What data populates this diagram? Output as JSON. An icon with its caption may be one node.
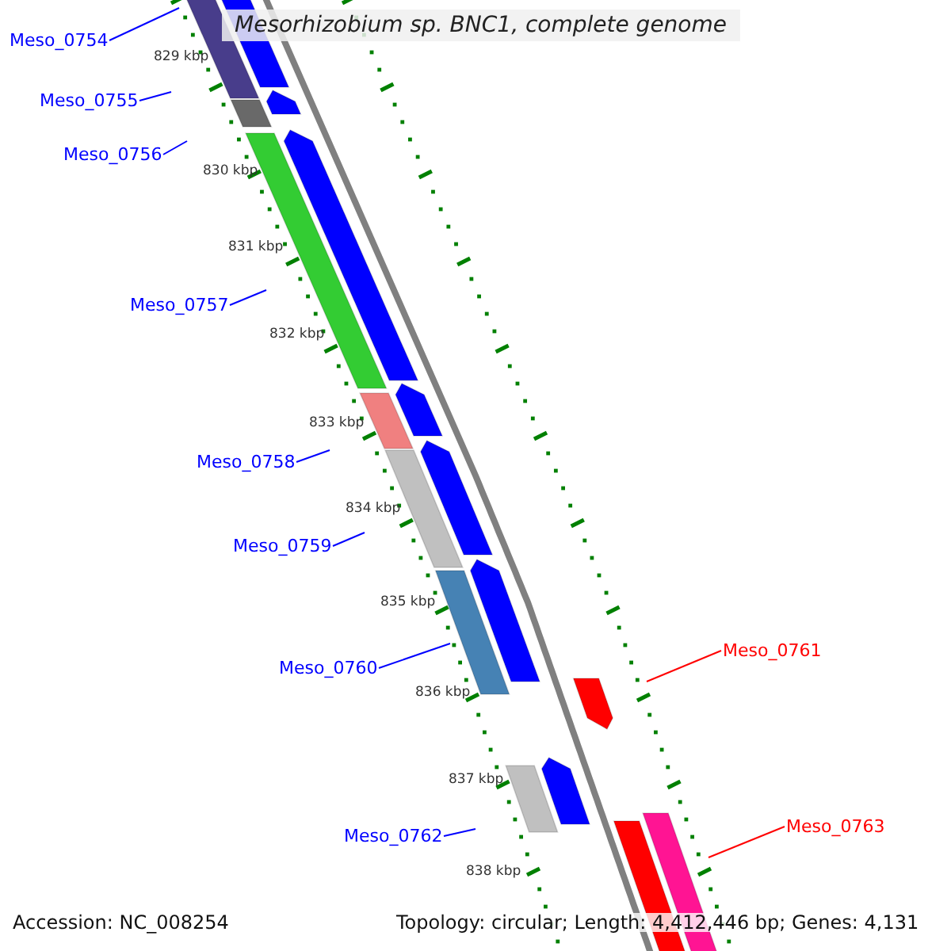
{
  "diagram": {
    "title": "Mesorhizobium sp. BNC1, complete genome",
    "nodes": [
      {
        "text": [
          "Meso_0754"
        ]
      },
      {
        "text": [
          "Meso_0755"
        ]
      },
      {
        "text": [
          "Meso_0756"
        ]
      },
      {
        "text": [
          "Meso_0757"
        ]
      },
      {
        "text": [
          "Meso_0758"
        ]
      },
      {
        "text": [
          "Meso_0759"
        ]
      },
      {
        "text": [
          "Meso_0760"
        ]
      },
      {
        "text": [
          "Meso_0761"
        ]
      },
      {
        "text": [
          "Meso_0762"
        ]
      },
      {
        "text": [
          "Meso_0763"
        ]
      }
    ],
    "edges": [
      {
        "from": 0,
        "to": null,
        "arrow": "none"
      },
      {
        "from": 1,
        "to": null,
        "arrow": "none"
      },
      {
        "from": 2,
        "to": null,
        "arrow": "none"
      },
      {
        "from": 3,
        "to": null,
        "arrow": "none"
      },
      {
        "from": 4,
        "to": null,
        "arrow": "none"
      },
      {
        "from": 5,
        "to": null,
        "arrow": "none"
      },
      {
        "from": 6,
        "to": null,
        "arrow": "none"
      },
      {
        "from": 7,
        "to": null,
        "arrow": "none",
        "color": "#ff0000"
      },
      {
        "from": 8,
        "to": null,
        "arrow": "none"
      },
      {
        "from": 9,
        "to": null,
        "arrow": "none",
        "color": "#ff0000"
      }
    ],
    "labels": [
      "829 kbp",
      "830 kbp",
      "831 kbp",
      "832 kbp",
      "833 kbp",
      "834 kbp",
      "835 kbp",
      "836 kbp",
      "837 kbp",
      "838 kbp",
      "Accession: NC_008254",
      "Topology: circular; Length: 4,412,446 bp; Genes: 4,131"
    ]
  }
}
